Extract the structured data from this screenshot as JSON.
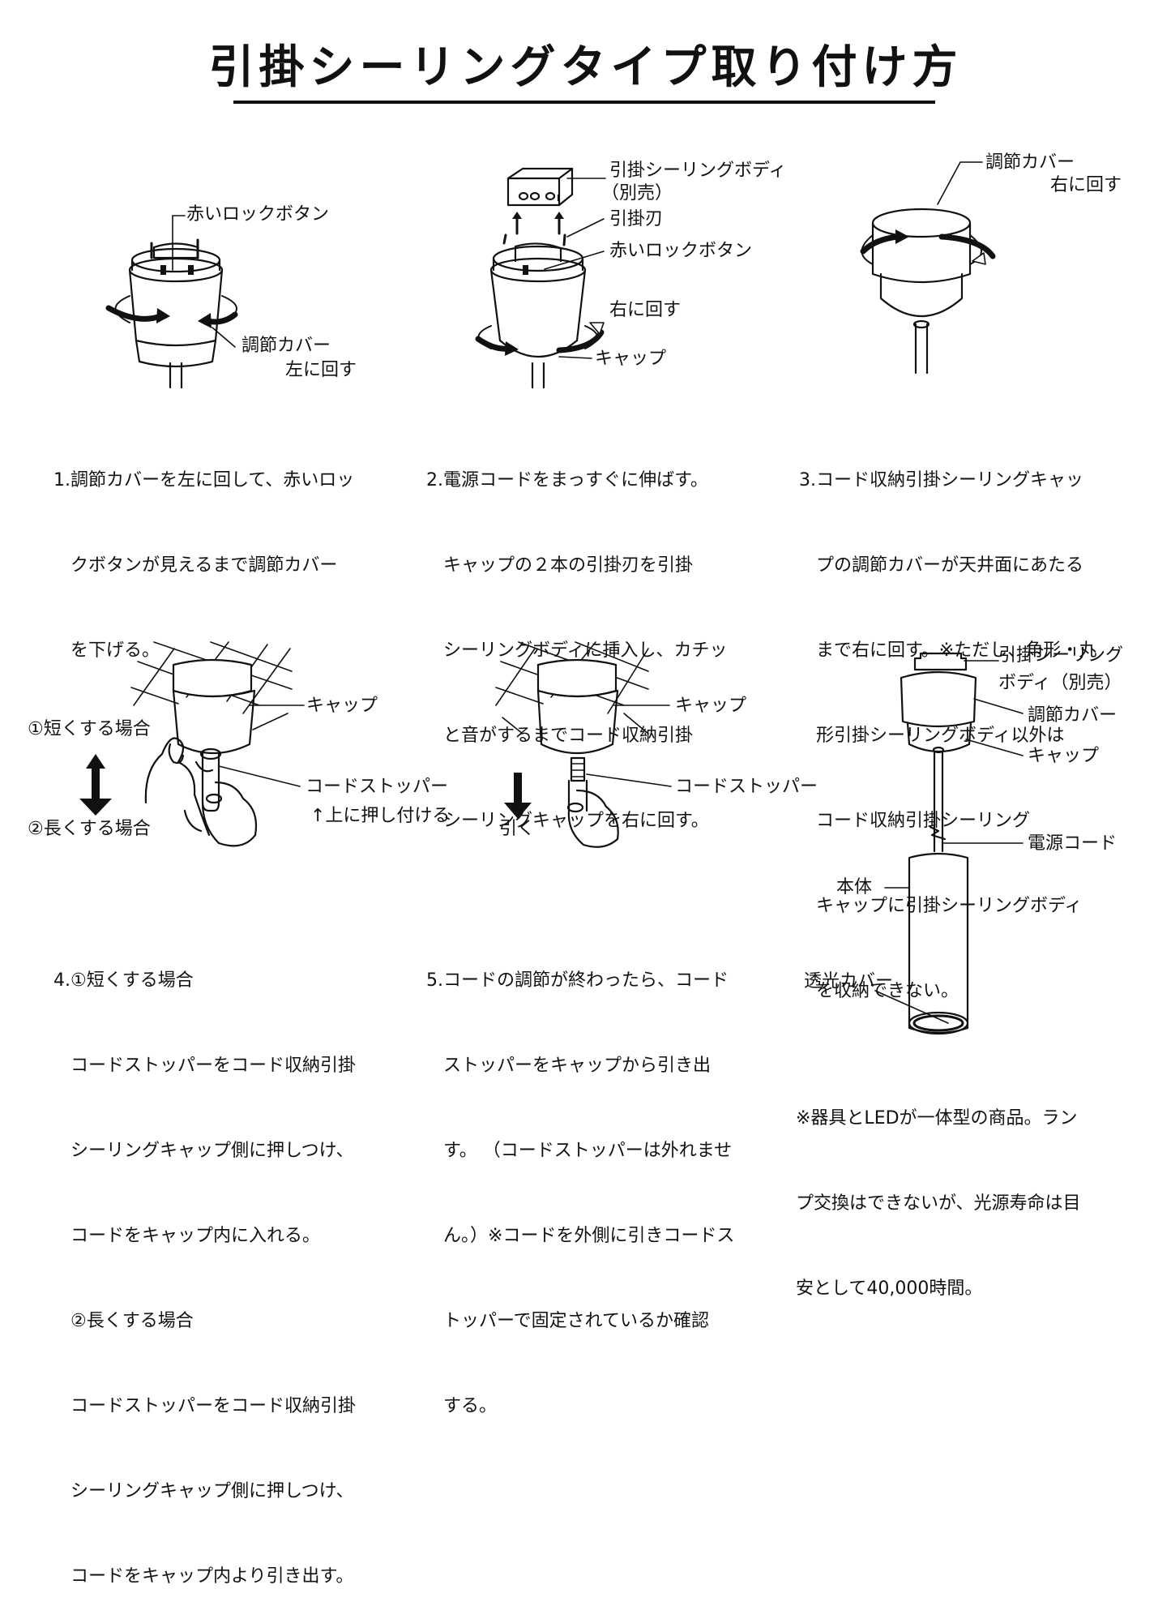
{
  "title": "引掛シーリングタイプ取り付け方",
  "labels": {
    "s1_lock": "赤いロックボタン",
    "s1_cover": "調節カバー",
    "s1_turn": "左に回す",
    "s2_body1": "引掛シーリングボディ",
    "s2_body2": "（別売）",
    "s2_blade": "引掛刃",
    "s2_lock": "赤いロックボタン",
    "s2_turn": "右に回す",
    "s2_cap": "キャップ",
    "s3_cover": "調節カバー",
    "s3_turn": "右に回す",
    "s4_cap": "キャップ",
    "s4_short": "①短くする場合",
    "s4_long": "②長くする場合",
    "s4_stopper": "コードストッパー",
    "s4_push": "↑上に押し付ける",
    "s5_cap": "キャップ",
    "s5_stopper": "コードストッパー",
    "s5_pull": "引く",
    "p_body1": "引掛シーリング",
    "p_body2": "ボディ（別売）",
    "p_cover": "調節カバー",
    "p_cap": "キャップ",
    "p_cord": "電源コード",
    "p_main": "本体",
    "p_lens": "透光カバー"
  },
  "steps": {
    "s1": [
      "1.調節カバーを左に回して、赤いロッ",
      "   クボタンが見えるまで調節カバー",
      "   を下げる。"
    ],
    "s2": [
      "2.電源コードをまっすぐに伸ばす。",
      "   キャップの２本の引掛刃を引掛",
      "   シーリングボディに挿入し、カチッ",
      "   と音がするまでコード収納引掛",
      "   シーリングキャップを右に回す。"
    ],
    "s3": [
      "3.コード収納引掛シーリングキャッ",
      "   プの調節カバーが天井面にあたる",
      "   まで右に回す。※ただし、角形・丸",
      "   形引掛シーリングボディ以外は",
      "   コード収納引掛シーリング",
      "   キャップに引掛シーリングボディ",
      "   を収納できない。"
    ],
    "s4": [
      "4.①短くする場合",
      "   コードストッパーをコード収納引掛",
      "   シーリングキャップ側に押しつけ、",
      "   コードをキャップ内に入れる。",
      "   ②長くする場合",
      "   コードストッパーをコード収納引掛",
      "   シーリングキャップ側に押しつけ、",
      "   コードをキャップ内より引き出す。"
    ],
    "s5": [
      "5.コードの調節が終わったら、コード",
      "   ストッパーをキャップから引き出",
      "   す。 （コードストッパーは外れませ",
      "   ん。）※コードを外側に引きコードス",
      "   トッパーで固定されているか確認",
      "   する。"
    ],
    "note": [
      "※器具とLEDが一体型の商品。ラン",
      "プ交換はできないが、光源寿命は目",
      "安として40,000時間。"
    ]
  }
}
